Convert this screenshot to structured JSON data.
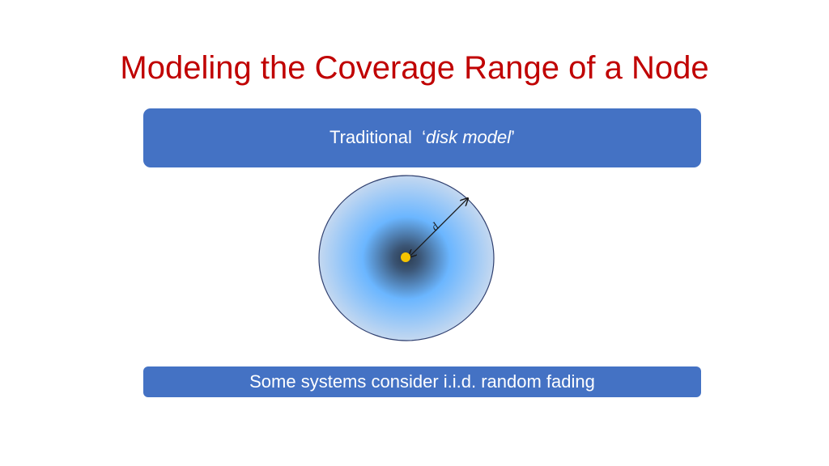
{
  "slide": {
    "title": "Modeling the Coverage Range of a Node"
  },
  "top_banner": {
    "prefix": "Traditional  ",
    "open_quote": "‘",
    "emphasis": "disk model",
    "close_quote": "’"
  },
  "diagram": {
    "radius_label": "d",
    "colors": {
      "disk_center": "#2b3b4f",
      "disk_mid": "#6bb6ff",
      "disk_edge": "#c4d8f0",
      "disk_outline": "#2f3f6f",
      "node": "#f5c400",
      "arrow": "#1a1a1a"
    }
  },
  "bottom_banner": {
    "text": "Some systems consider i.i.d. random fading"
  },
  "colors": {
    "title": "#c00000",
    "banner_fill": "#4472c4",
    "banner_text": "#ffffff"
  }
}
